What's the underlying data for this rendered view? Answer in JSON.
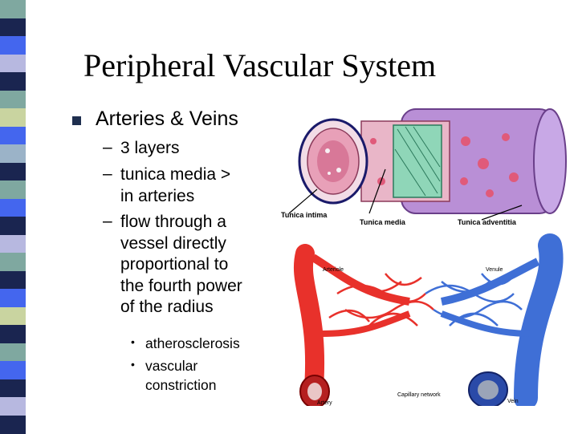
{
  "slide": {
    "title": "Peripheral Vascular System",
    "bullet1": "Arteries & Veins",
    "sub": [
      "3 layers",
      "tunica media > in arteries",
      "flow through a vessel directly proportional to the fourth power of the radius"
    ],
    "sub_lines": [
      [
        "3 layers"
      ],
      [
        "tunica media >",
        "in arteries"
      ],
      [
        "flow through a",
        "vessel directly",
        "proportional to",
        "the fourth power",
        "of the radius"
      ]
    ],
    "subsub_lines": [
      [
        "atherosclerosis"
      ],
      [
        "vascular",
        "constriction"
      ]
    ]
  },
  "figure_labels": {
    "tunica_intima": "Tunica intima",
    "tunica_media": "Tunica media",
    "tunica_adventitia": "Tunica adventitia",
    "arteriole": "Arteriole",
    "venule": "Venule",
    "artery": "Artery",
    "capillary_network": "Capillary network",
    "vein": "Vein"
  },
  "colors": {
    "stripes": [
      "#7fa8a0",
      "#1a2550",
      "#4466ee",
      "#b7b8e0",
      "#1a2550",
      "#7fa8a0",
      "#c9d4a0",
      "#4466ee",
      "#9bb3c8",
      "#1a2550",
      "#7fa8a0",
      "#4466ee",
      "#1a2550",
      "#b7b8e0",
      "#7fa8a0",
      "#1a2550",
      "#4466ee",
      "#c9d4a0",
      "#1a2550",
      "#7fa8a0",
      "#4466ee",
      "#1a2550",
      "#b7b8e0",
      "#1a2550"
    ],
    "artery": "#e8312b",
    "vein": "#3f6fd6"
  }
}
